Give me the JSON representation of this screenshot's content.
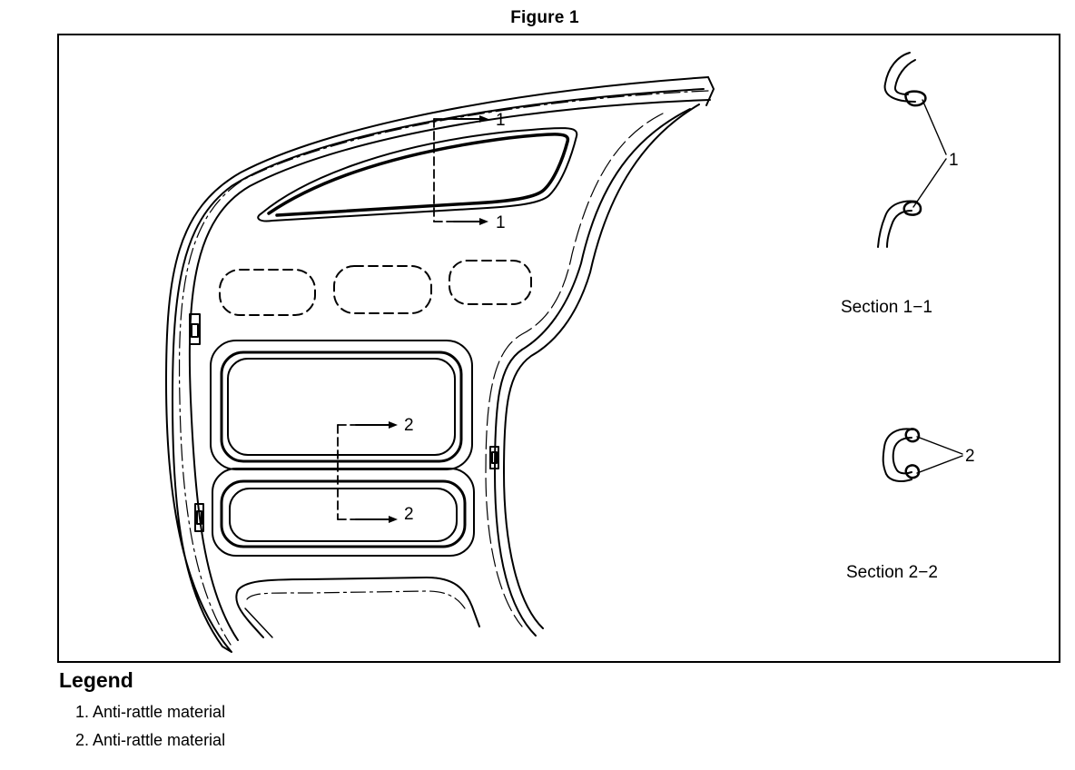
{
  "figure": {
    "title": "Figure 1"
  },
  "callouts": {
    "one": "1",
    "two": "2"
  },
  "sections": [
    {
      "label": "Section 1−1"
    },
    {
      "label": "Section 2−2"
    }
  ],
  "legend": {
    "title": "Legend",
    "items": [
      {
        "text": "1. Anti-rattle material"
      },
      {
        "text": "2. Anti-rattle material"
      }
    ]
  }
}
